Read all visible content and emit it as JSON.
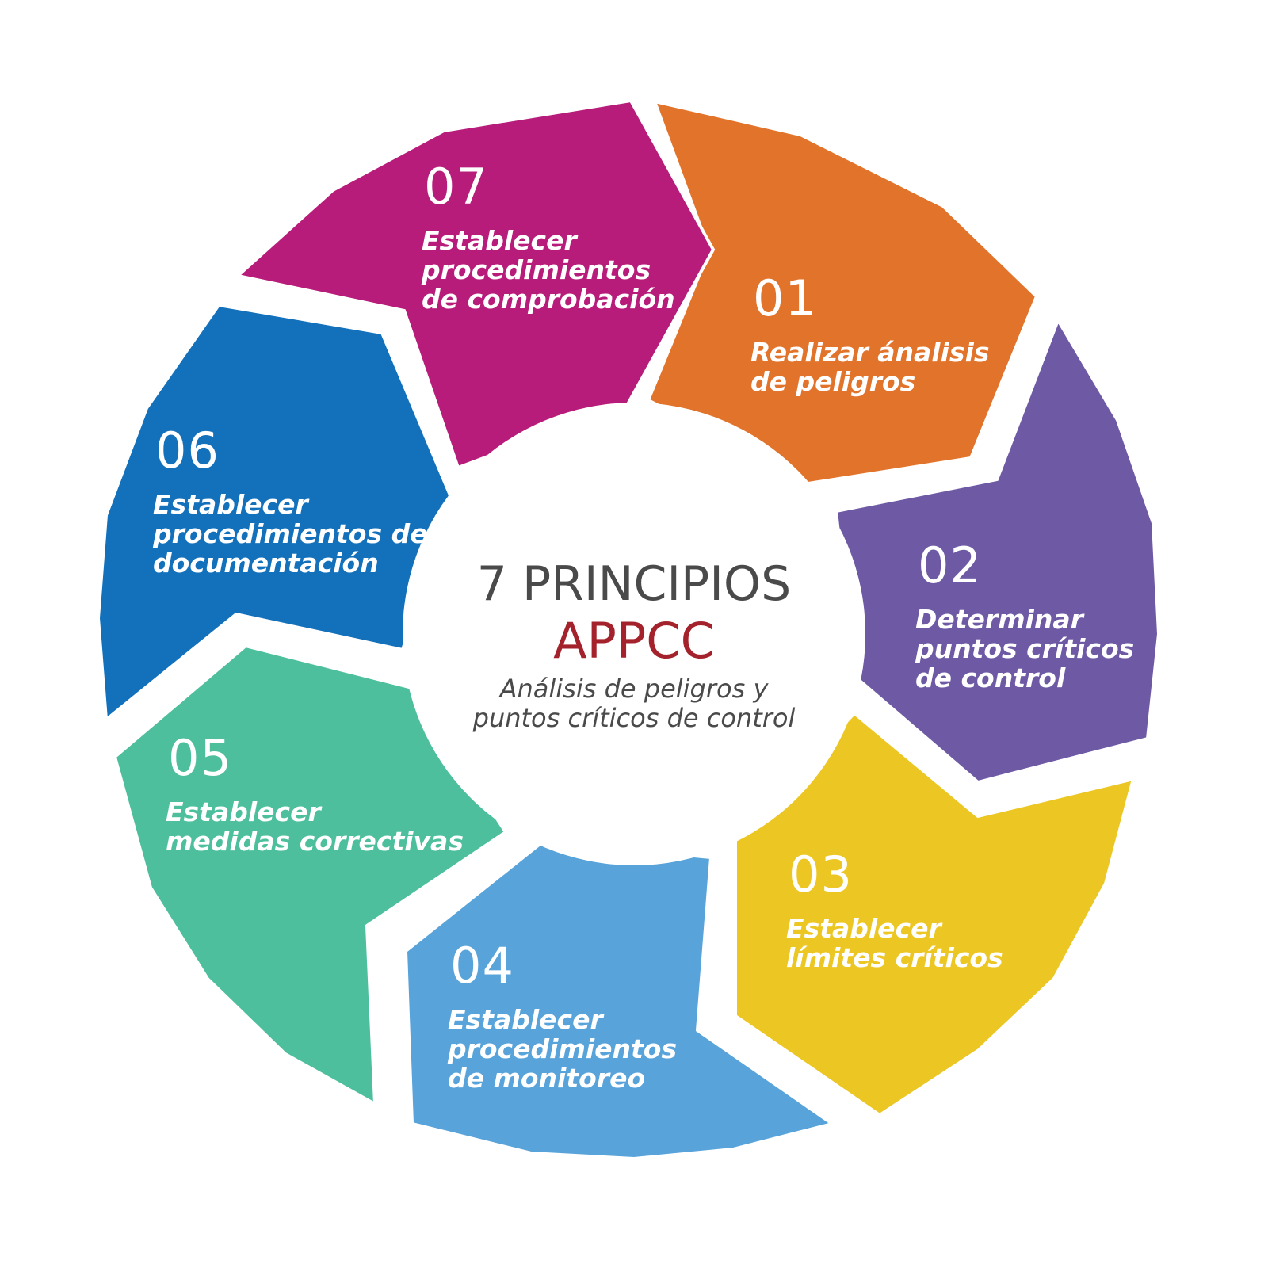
{
  "center": {
    "title": "7 PRINCIPIOS",
    "acronym": "APPCC",
    "subtitle_line1": "Análisis de peligros y",
    "subtitle_line2": "puntos críticos de control",
    "title_color": "#4a4a4a",
    "acronym_color": "#a3222b"
  },
  "steps": [
    {
      "number": "01",
      "lines": [
        "Realizar ánalisis",
        "de peligros"
      ],
      "color": "#e2732b"
    },
    {
      "number": "02",
      "lines": [
        "Determinar",
        "puntos críticos",
        "de control"
      ],
      "color": "#6e59a5"
    },
    {
      "number": "03",
      "lines": [
        "Establecer",
        "límites críticos"
      ],
      "color": "#ecc724"
    },
    {
      "number": "04",
      "lines": [
        "Establecer",
        "procedimientos",
        "de monitoreo"
      ],
      "color": "#57a3da"
    },
    {
      "number": "05",
      "lines": [
        "Establecer",
        "medidas correctivas"
      ],
      "color": "#4dbf9c"
    },
    {
      "number": "06",
      "lines": [
        "Establecer",
        "procedimientos de",
        "documentación"
      ],
      "color": "#1371bb"
    },
    {
      "number": "07",
      "lines": [
        "Establecer",
        "procedimientos",
        "de comprobación"
      ],
      "color": "#b81c7a"
    }
  ]
}
